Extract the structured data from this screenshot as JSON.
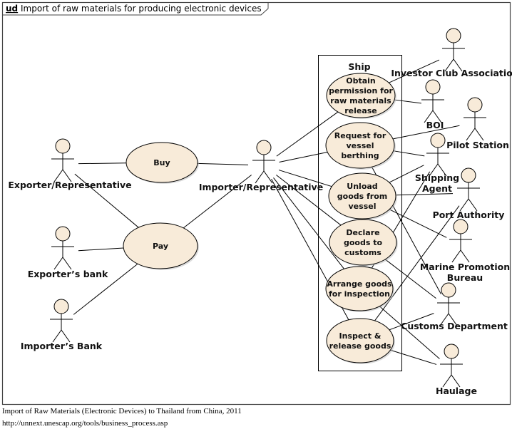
{
  "frame": {
    "keyword": "ud",
    "title": "Import of raw materials for producing electronic devices"
  },
  "system_boundary": {
    "label": "Ship"
  },
  "colors": {
    "fill": "#f8ebd9",
    "stroke": "#000000"
  },
  "actors": [
    {
      "id": "exporter",
      "label": [
        "Exporter/Representative"
      ]
    },
    {
      "id": "exporter_bank",
      "label": [
        "Exporter’s bank"
      ]
    },
    {
      "id": "importer_bank",
      "label": [
        "Importer’s Bank"
      ]
    },
    {
      "id": "importer",
      "label": [
        "Importer/Representative"
      ]
    },
    {
      "id": "investor",
      "label": [
        "Investor Club Association"
      ]
    },
    {
      "id": "boi",
      "label": [
        "BOI"
      ]
    },
    {
      "id": "pilot",
      "label": [
        "Pilot Station"
      ]
    },
    {
      "id": "shipping",
      "label": [
        "Shipping",
        "Agent"
      ]
    },
    {
      "id": "port",
      "label": [
        "Port Authority"
      ]
    },
    {
      "id": "marine",
      "label": [
        "Marine Promotion",
        "Bureau"
      ]
    },
    {
      "id": "customs",
      "label": [
        "Customs Department"
      ]
    },
    {
      "id": "haulage",
      "label": [
        "Haulage"
      ]
    }
  ],
  "use_cases": [
    {
      "id": "buy",
      "label": [
        "Buy"
      ]
    },
    {
      "id": "pay",
      "label": [
        "Pay"
      ]
    },
    {
      "id": "obtain",
      "label": [
        "Obtain",
        "permission for",
        "raw materials",
        "release"
      ]
    },
    {
      "id": "request",
      "label": [
        "Request for",
        "vessel",
        "berthing"
      ]
    },
    {
      "id": "unload",
      "label": [
        "Unload",
        "goods from",
        "vessel"
      ]
    },
    {
      "id": "declare",
      "label": [
        "Declare",
        "goods to",
        "customs"
      ]
    },
    {
      "id": "arrange",
      "label": [
        "Arrange goods",
        "for inspection"
      ]
    },
    {
      "id": "inspect",
      "label": [
        "Inspect &",
        "release goods"
      ]
    }
  ],
  "associations": [
    [
      "exporter",
      "buy"
    ],
    [
      "exporter",
      "pay"
    ],
    [
      "importer",
      "buy"
    ],
    [
      "importer",
      "pay"
    ],
    [
      "exporter_bank",
      "pay"
    ],
    [
      "importer_bank",
      "pay"
    ],
    [
      "importer",
      "obtain"
    ],
    [
      "importer",
      "request"
    ],
    [
      "importer",
      "unload"
    ],
    [
      "importer",
      "declare"
    ],
    [
      "importer",
      "arrange"
    ],
    [
      "importer",
      "inspect"
    ],
    [
      "investor",
      "obtain"
    ],
    [
      "boi",
      "obtain"
    ],
    [
      "pilot",
      "request"
    ],
    [
      "shipping",
      "request"
    ],
    [
      "customs",
      "request"
    ],
    [
      "shipping",
      "unload"
    ],
    [
      "port",
      "unload"
    ],
    [
      "marine",
      "unload"
    ],
    [
      "customs",
      "declare"
    ],
    [
      "shipping",
      "arrange"
    ],
    [
      "haulage",
      "arrange"
    ],
    [
      "port",
      "inspect"
    ],
    [
      "customs",
      "inspect"
    ],
    [
      "haulage",
      "inspect"
    ]
  ],
  "captions": [
    "Import of Raw Materials (Electronic Devices) to Thailand from China, 2011",
    "http://unnext.unescap.org/tools/business_process.asp"
  ]
}
